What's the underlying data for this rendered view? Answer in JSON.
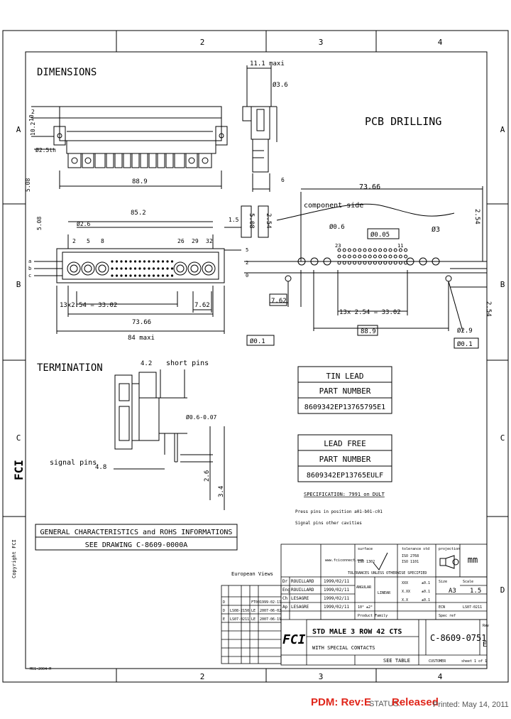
{
  "grid": {
    "cols": [
      "2",
      "3",
      "4"
    ],
    "rows": [
      "A",
      "B",
      "C",
      "D"
    ]
  },
  "sections": {
    "dimensions": "DIMENSIONS",
    "pcb_drilling": "PCB DRILLING",
    "termination": "TERMINATION"
  },
  "dims": {
    "max_11": "11.1 maxi",
    "hole_36": "Ø3.6",
    "d_10": "10",
    "d_2": "2",
    "d_102": "10.2",
    "d_25th": "Ø2.5th",
    "d_889": "88.9",
    "d_852": "85.2",
    "d_508a": "5.08",
    "d_508b": "5.08",
    "d_508c": "5.08",
    "d_254": "2.54",
    "d_15": "1.5",
    "d_26": "Ø2.6",
    "pin_2": "2",
    "pin_5": "5",
    "pin_8": "8",
    "pin_26": "26",
    "pin_29": "29",
    "pin_32": "32",
    "row_a": "a",
    "row_b": "b",
    "row_c": "c",
    "d_1325": "13x2.54 = 33.02",
    "d_762a": "7.62",
    "d_7366a": "73.66",
    "d_84": "84 maxi",
    "d_6": "6",
    "d_7366b": "73.66",
    "component_side": "component side",
    "hole_06": "Ø0.6",
    "tol_005": "Ø0.05",
    "hole_3": "Ø3",
    "d_254b": "2.54",
    "pin_23": "23",
    "pin_11": "11",
    "d_762b": "7.62",
    "d_1325b": "13x 2.54 = 33.02",
    "d_889b": "88.9",
    "tol_01": "Ø0.1",
    "hole_29": "Ø2.9",
    "tol_01b": "Ø0.1",
    "d_254c": "2.54",
    "d_5": "5",
    "d_2b": "2",
    "d_0": "0",
    "d_42": "4.2",
    "short_pins": "short pins",
    "hole_06b": "Ø0.6-0.07",
    "signal_pins": "signal pins",
    "d_48": "4.8",
    "d_26b": "2.6",
    "d_34": "3.4"
  },
  "tin_lead": {
    "title": "TIN LEAD",
    "label": "PART NUMBER",
    "value": "8609342EP13765795E1"
  },
  "lead_free": {
    "title": "LEAD FREE",
    "label": "PART NUMBER",
    "value": "8609342EP13765EULF"
  },
  "spec": {
    "title": "SPECIFICATION: 7991 on DULT",
    "line1": "Press pins in position a01-b01-c01",
    "line2": "Signal pins other cavities"
  },
  "general": {
    "line1": "GENERAL CHARACTERISTICS and ROHS INFORMATIONS",
    "line2": "SEE DRAWING C-8609-0000A"
  },
  "european": {
    "title": "European Views",
    "rows": [
      [
        "D",
        "",
        "FT00",
        "1999-02-11"
      ],
      [
        "D",
        "LS08-2150",
        "LE",
        "2007-06-02"
      ],
      [
        "E",
        "LS07-0211",
        "LE",
        "2007-06-19"
      ]
    ]
  },
  "sigs": {
    "rows": [
      [
        "Dr",
        "ROUILLARD",
        "1999/02/11"
      ],
      [
        "Eng",
        "ROUILLARD",
        "1999/02/11"
      ],
      [
        "Ch",
        "LESAGRE",
        "1999/02/11"
      ],
      [
        "Ap",
        "LESAGRE",
        "1999/02/11"
      ]
    ]
  },
  "title_block": {
    "website": "www.fciconnect.com",
    "surface": "surface",
    "tolerance": "tolerance std",
    "projection": "projection",
    "unit": "mm",
    "std1": "ISO 1302",
    "std2": "ISO 2768",
    "std3": "ISO 1101",
    "tol_note": "TOLERANCES UNLESS OTHERWISE SPECIFIED",
    "angular": "ANGULAR",
    "linear": "LINEAR",
    "tol_a": "±0.1",
    "tol_b": "±0.1",
    "tol_c": "±0.1",
    "xxx": "XXX",
    "xx": "X.XX",
    "x": "X.X",
    "size_label": "Size",
    "size": "A3",
    "scale_label": "Scale",
    "scale": "1.5",
    "ecn_label": "ECN",
    "ecn": "LS07-0211",
    "angle": "10° ±2°",
    "product_family": "Product Family",
    "spec_ref": "Spec ref",
    "title": "STD MALE 3 ROW 42 CTS",
    "subtitle": "WITH SPECIAL CONTACTS",
    "drawing_no": "C-8609-0751",
    "rev_label": "Rev",
    "rev": "E",
    "see_table": "SEE TABLE",
    "customer": "CUSTOMER",
    "sheet": "sheet 1 of 1",
    "logo": "FCI",
    "left_copy": "Copyright FCI"
  },
  "footer": {
    "pdm": "PDM: Rev:E",
    "status_label": "STATUS:",
    "status": "Released",
    "printed": "Printed: May 14, 2011"
  },
  "corner_note": "M61-2004-M"
}
